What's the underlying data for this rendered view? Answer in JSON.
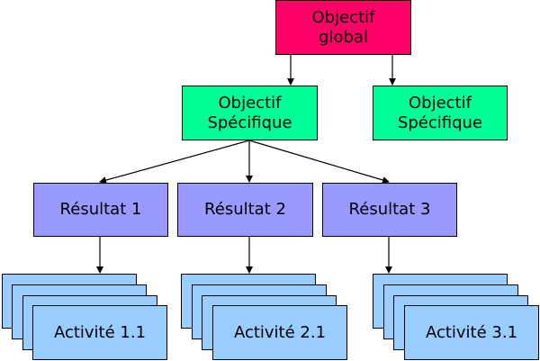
{
  "colors": {
    "global": "#ff0066",
    "specific": "#00ff99",
    "result": "#9999ff",
    "activity": "#99ccff",
    "line": "#000000"
  },
  "global_objective": {
    "line1": "Objectif",
    "line2": "global"
  },
  "specific_objectives": [
    {
      "line1": "Objectif",
      "line2": "Spécifique"
    },
    {
      "line1": "Objectif",
      "line2": "Spécifique"
    }
  ],
  "results": [
    {
      "label": "Résultat 1"
    },
    {
      "label": "Résultat 2"
    },
    {
      "label": "Résultat 3"
    }
  ],
  "activities": [
    {
      "label": "Activité 1.1"
    },
    {
      "label": "Activité 2.1"
    },
    {
      "label": "Activité 3.1"
    }
  ]
}
